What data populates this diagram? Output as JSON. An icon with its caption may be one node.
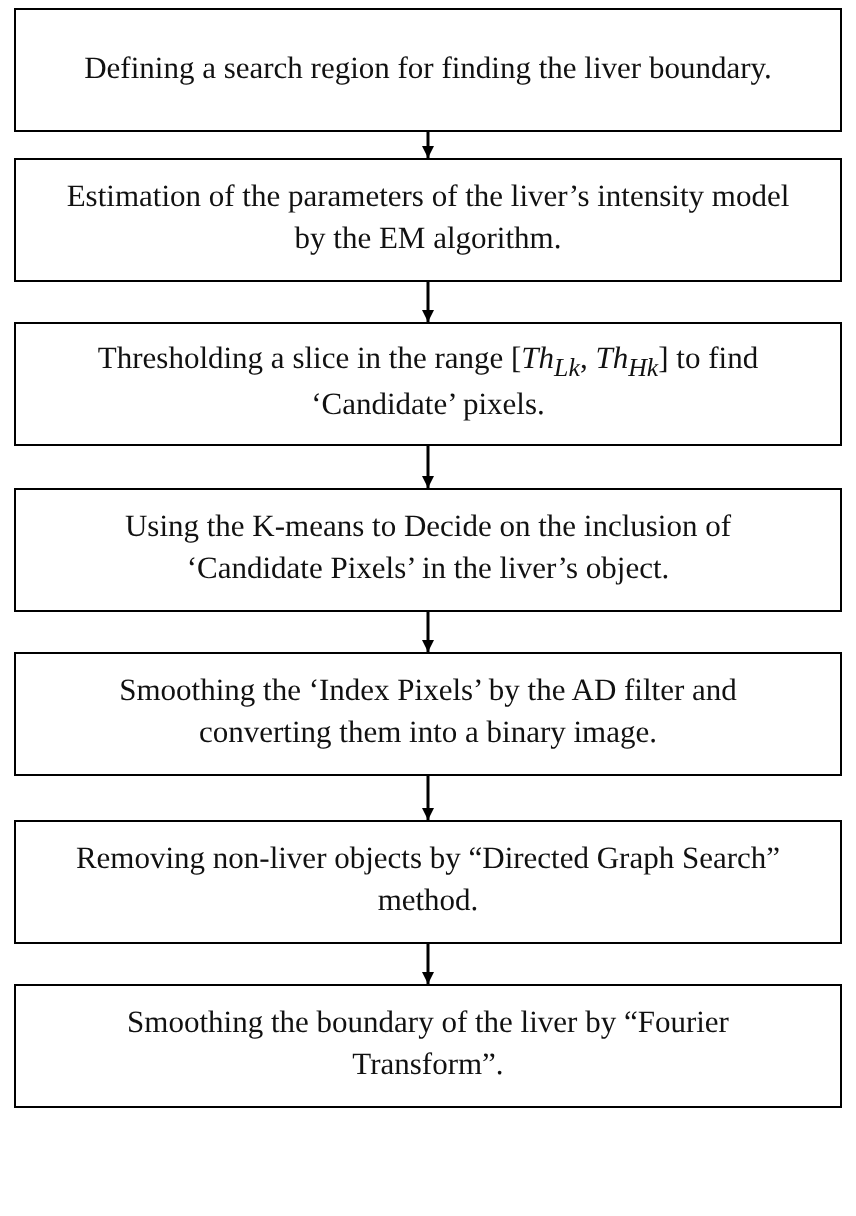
{
  "diagram": {
    "nodes": [
      {
        "text": [
          "Defining a search region for finding the liver boundary."
        ]
      },
      {
        "text": [
          "Estimation of the parameters of the liver’s intensity model by the EM algorithm."
        ]
      },
      {
        "text": [
          "Thresholding a slice in the range [*Th*$_{Lk}$, *Th*$_{Hk}$] to find ‘Candidate’ pixels."
        ]
      },
      {
        "text": [
          "Using the K-means to Decide on the inclusion of ‘Candidate Pixels’ in the liver’s object."
        ]
      },
      {
        "text": [
          "Smoothing the ‘Index Pixels’ by the AD filter and converting them into a binary image."
        ]
      },
      {
        "text": [
          "Removing non-liver objects by “Directed Graph Search” method."
        ]
      },
      {
        "text": [
          "Smoothing the boundary of the liver by “Fourier Transform”."
        ]
      }
    ],
    "edges": [
      {
        "from": 0,
        "to": 1,
        "arrow": "to"
      },
      {
        "from": 1,
        "to": 2,
        "arrow": "to"
      },
      {
        "from": 2,
        "to": 3,
        "arrow": "to"
      },
      {
        "from": 3,
        "to": 4,
        "arrow": "to"
      },
      {
        "from": 4,
        "to": 5,
        "arrow": "to"
      },
      {
        "from": 5,
        "to": 6,
        "arrow": "to"
      }
    ]
  }
}
